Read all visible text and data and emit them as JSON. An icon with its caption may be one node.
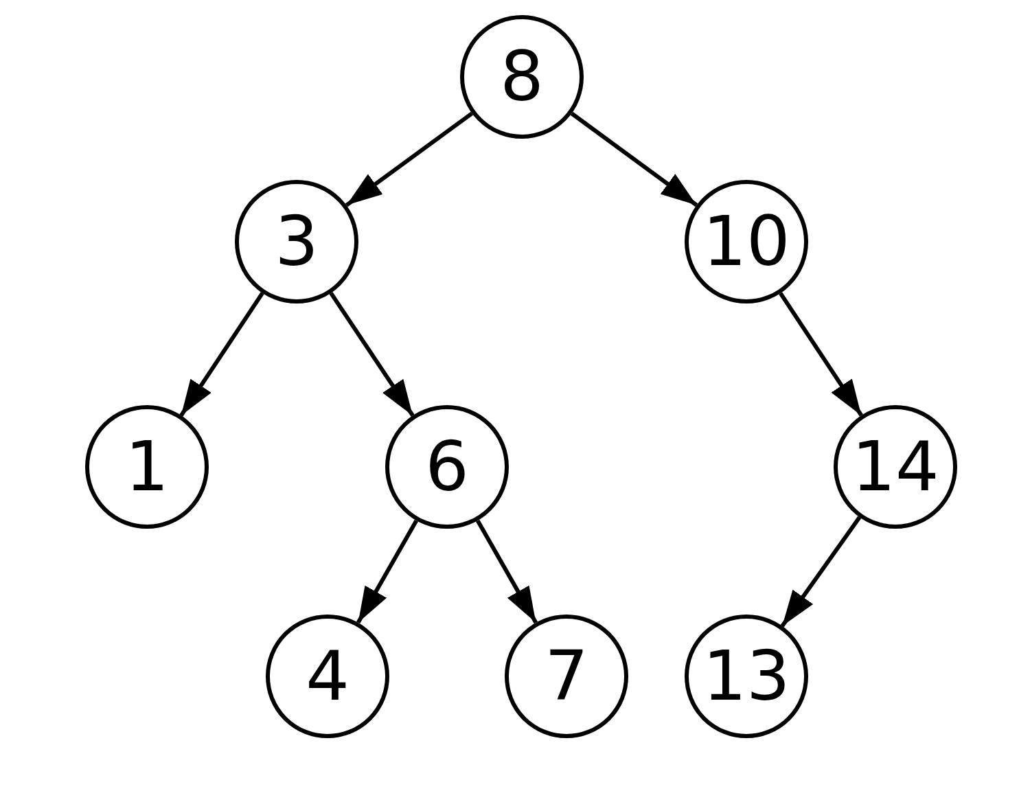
{
  "diagram": {
    "nodes": [
      {
        "text": [
          "8"
        ]
      },
      {
        "text": [
          "3"
        ]
      },
      {
        "text": [
          "10"
        ]
      },
      {
        "text": [
          "1"
        ]
      },
      {
        "text": [
          "6"
        ]
      },
      {
        "text": [
          "14"
        ]
      },
      {
        "text": [
          "4"
        ]
      },
      {
        "text": [
          "7"
        ]
      },
      {
        "text": [
          "13"
        ]
      }
    ],
    "edges": [
      {
        "from": 0,
        "to": 1,
        "arrow": "to"
      },
      {
        "from": 0,
        "to": 2,
        "arrow": "to"
      },
      {
        "from": 1,
        "to": 3,
        "arrow": "to"
      },
      {
        "from": 1,
        "to": 4,
        "arrow": "to"
      },
      {
        "from": 2,
        "to": 5,
        "arrow": "to"
      },
      {
        "from": 4,
        "to": 6,
        "arrow": "to"
      },
      {
        "from": 4,
        "to": 7,
        "arrow": "to"
      },
      {
        "from": 5,
        "to": 8,
        "arrow": "to"
      }
    ]
  }
}
